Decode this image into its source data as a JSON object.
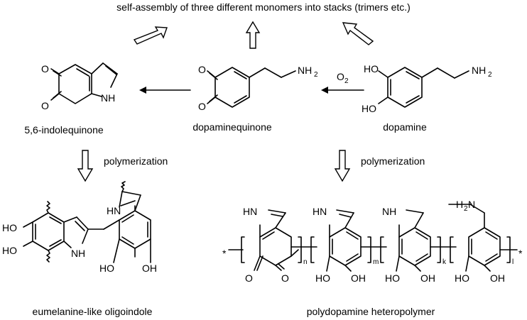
{
  "title": "self-assembly of three different monomers into stacks (trimers etc.)",
  "compounds": {
    "dopamine": "dopamine",
    "dopaminequinone": "dopaminequinone",
    "indolequinone": "5,6-indolequinone",
    "oligoindole": "eumelanine-like oligoindole",
    "heteropolymer": "polydopamine heteropolymer"
  },
  "reagents": {
    "oxidant": "O",
    "oxidant_sub": "2",
    "polymerization_left": "polymerization",
    "polymerization_right": "polymerization"
  },
  "atoms": {
    "O": "O",
    "HO": "HO",
    "OH": "OH",
    "NH": "NH",
    "HN": "HN",
    "H": "H",
    "N": "N",
    "NH2_main": "NH",
    "NH2_sub": "2",
    "H2N_H": "H",
    "H2N_sub": "2",
    "H2N_N": "N"
  },
  "polymer_subscripts": {
    "n": "n",
    "m": "m",
    "k": "k",
    "l": "l"
  },
  "polymer_end": "*",
  "colors": {
    "ink": "#000000",
    "background": "#ffffff"
  }
}
